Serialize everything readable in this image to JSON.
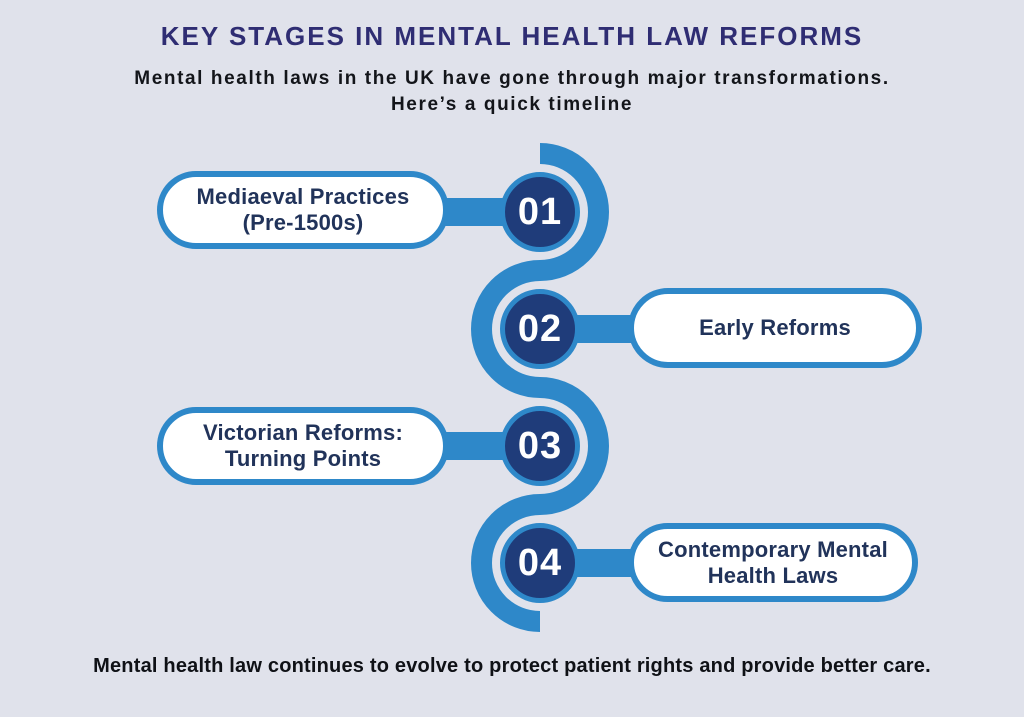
{
  "header": {
    "title": "KEY STAGES IN MENTAL HEALTH LAW REFORMS",
    "subtitle_line1": "Mental health laws in the UK have gone through major transformations.",
    "subtitle_line2": "Here’s a quick timeline"
  },
  "timeline": {
    "stages": [
      {
        "number": "01",
        "side": "left",
        "label_line1": "Mediaeval Practices",
        "label_line2": "(Pre-1500s)"
      },
      {
        "number": "02",
        "side": "right",
        "label_line1": "Early Reforms",
        "label_line2": ""
      },
      {
        "number": "03",
        "side": "left",
        "label_line1": "Victorian Reforms:",
        "label_line2": "Turning Points"
      },
      {
        "number": "04",
        "side": "right",
        "label_line1": "Contemporary Mental",
        "label_line2": "Health Laws"
      }
    ]
  },
  "footer": {
    "note": "Mental health law continues to evolve to protect patient rights and provide better care."
  },
  "colors": {
    "background": "#e0e2eb",
    "accent_blue": "#2e88c9",
    "circle_navy": "#1f3c7a",
    "title_indigo": "#2f2d73",
    "pill_text_navy": "#21335a",
    "body_text": "#13151a",
    "pill_fill": "#ffffff"
  }
}
